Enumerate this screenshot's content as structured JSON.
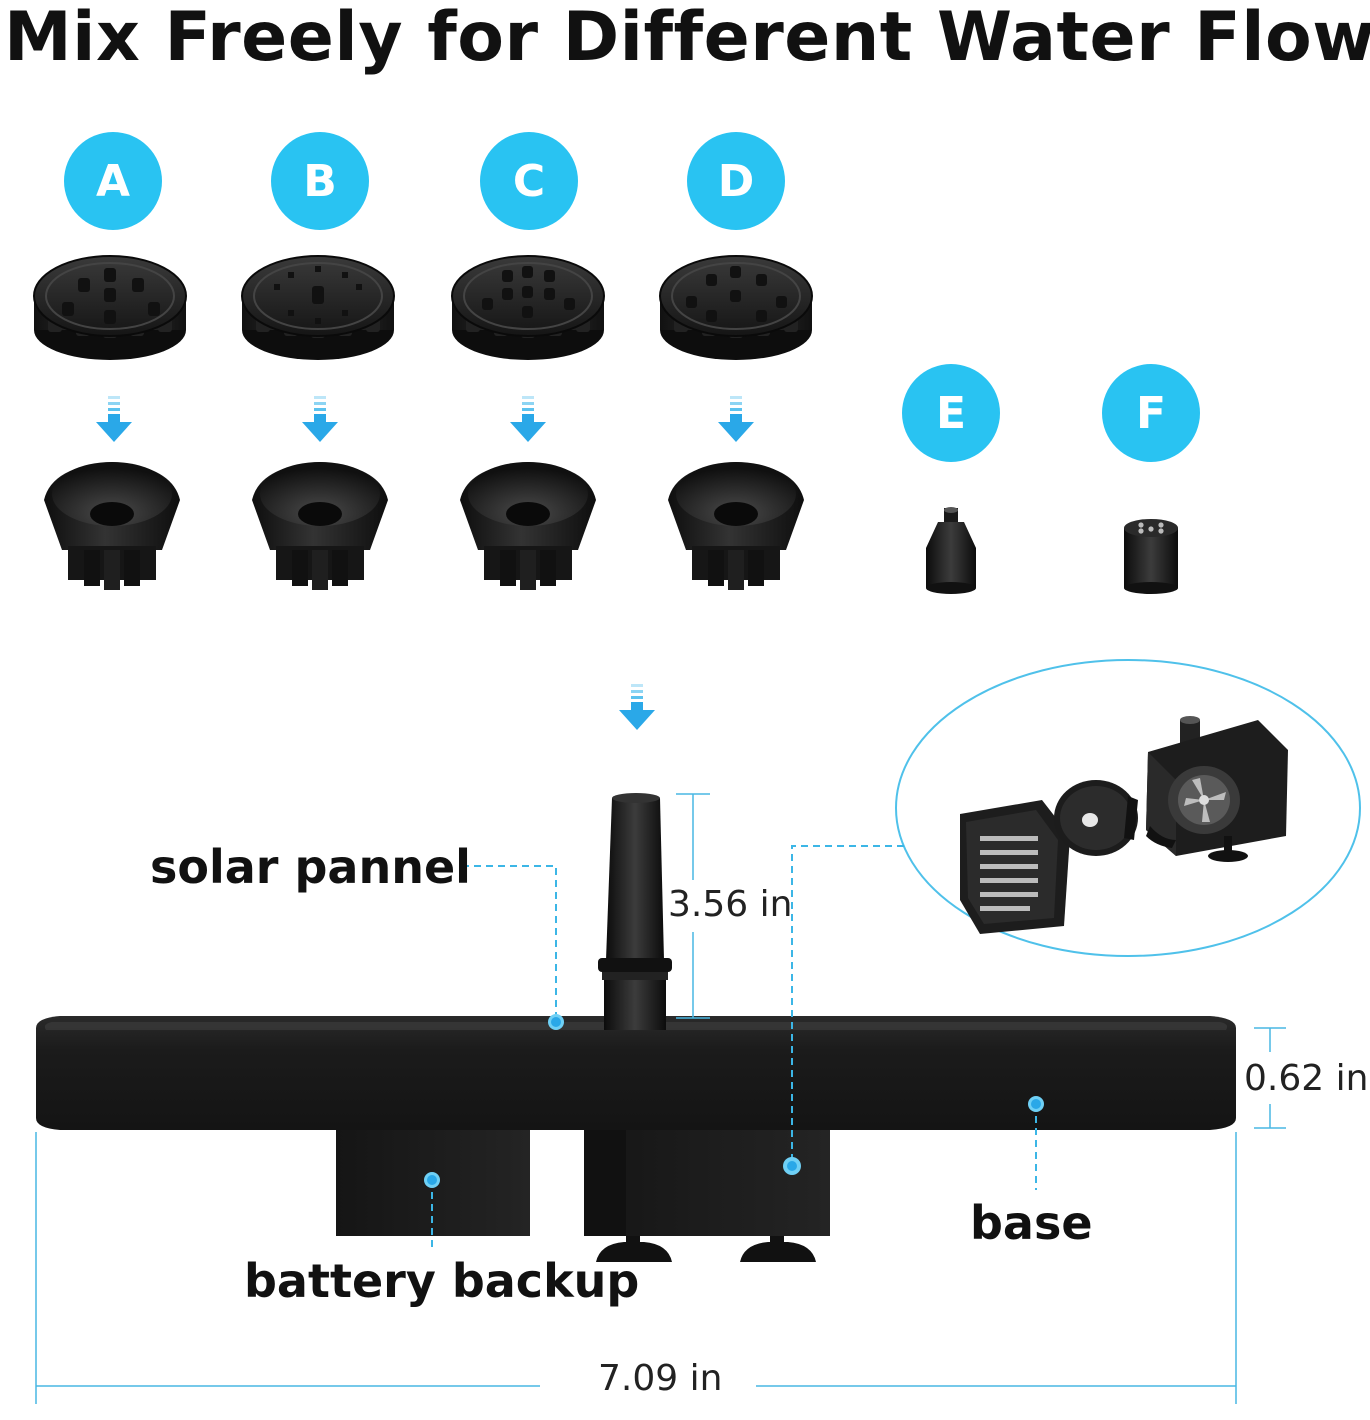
{
  "heading": "Mix Freely for Different Water Flow",
  "nozzles": [
    {
      "id": "a",
      "letter": "A"
    },
    {
      "id": "b",
      "letter": "B"
    },
    {
      "id": "c",
      "letter": "C"
    },
    {
      "id": "d",
      "letter": "D"
    },
    {
      "id": "e",
      "letter": "E"
    },
    {
      "id": "f",
      "letter": "F"
    }
  ],
  "callouts": {
    "solar_panel": "solar pannel",
    "battery_backup": "battery backup",
    "base": "base"
  },
  "dimensions": {
    "nozzle_height": "3.56 in",
    "base_thickness": "0.62 in",
    "base_diameter": "7.09 in"
  },
  "colors": {
    "accent": "#29c3f2",
    "product": "#1c1c1c",
    "leader_line": "#3cb6e6"
  }
}
